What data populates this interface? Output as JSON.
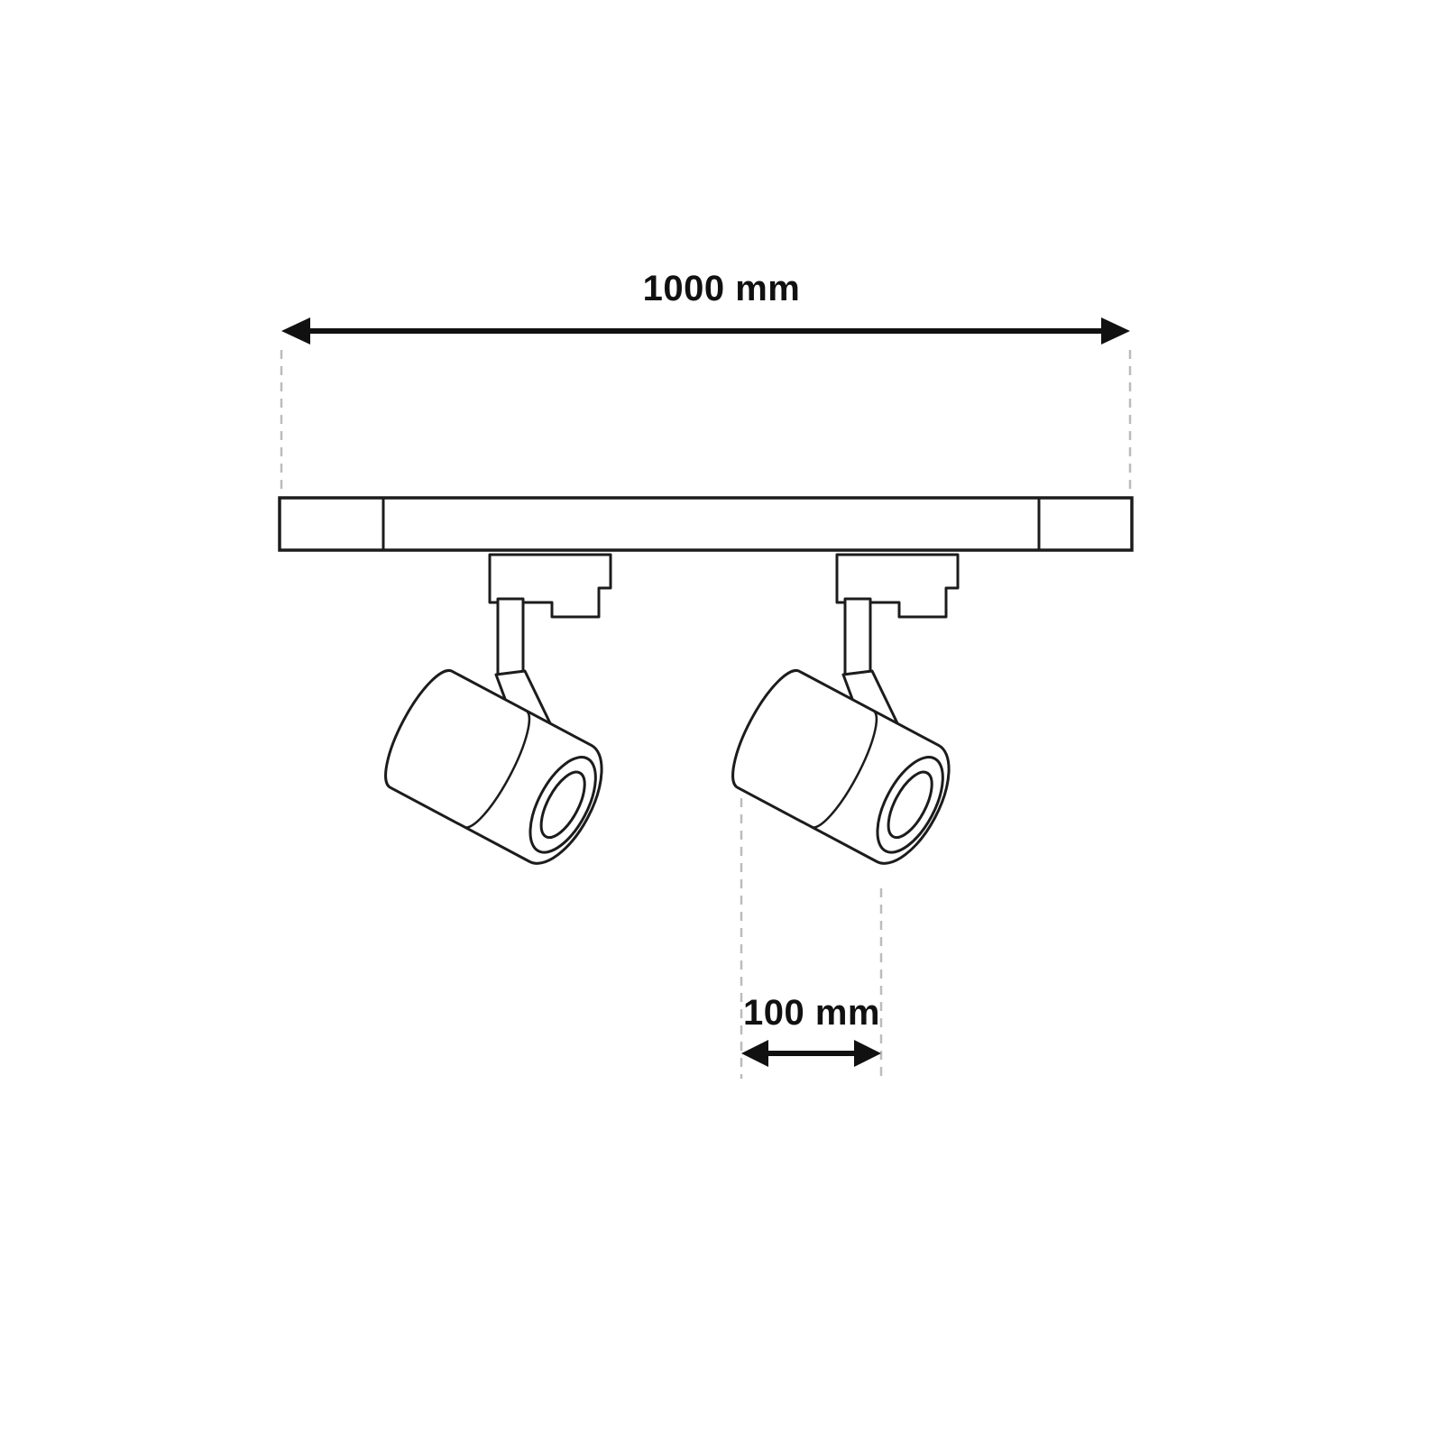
{
  "diagram": {
    "type": "technical-dimension-drawing",
    "subject": "track lighting rail with two adjustable spotlights",
    "dimensions": {
      "track_length": {
        "label": "1000 mm",
        "value": 1000,
        "unit": "mm"
      },
      "spot_width": {
        "label": "100 mm",
        "value": 100,
        "unit": "mm"
      }
    },
    "colors": {
      "line": "#1c1c1c",
      "dimension": "#111111",
      "extension_dashed": "#bcbcbc",
      "background": "#ffffff"
    }
  }
}
